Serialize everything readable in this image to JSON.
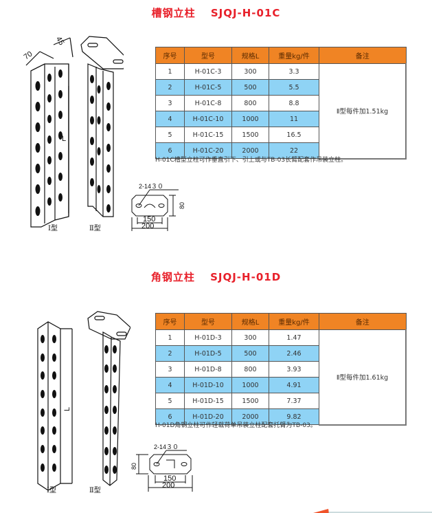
{
  "sections": [
    {
      "title_cn": "槽钢立柱",
      "title_code": "SJQJ-H-01C",
      "table": {
        "headers": [
          "序号",
          "型号",
          "规格L",
          "重量kg/件",
          "备注"
        ],
        "rows": [
          {
            "no": "1",
            "model": "H-01C-3",
            "spec": "300",
            "weight": "3.3"
          },
          {
            "no": "2",
            "model": "H-01C-5",
            "spec": "500",
            "weight": "5.5"
          },
          {
            "no": "3",
            "model": "H-01C-8",
            "spec": "800",
            "weight": "8.8"
          },
          {
            "no": "4",
            "model": "H-01C-10",
            "spec": "1000",
            "weight": "11"
          },
          {
            "no": "5",
            "model": "H-01C-15",
            "spec": "1500",
            "weight": "16.5"
          },
          {
            "no": "6",
            "model": "H-01C-20",
            "spec": "2000",
            "weight": "22"
          }
        ],
        "note": "Ⅱ型每件加1.51kg"
      },
      "caption": "H-01C槽型立柱可作垂直引下、引上或与TB-03长臂配套作吊装立柱。",
      "drawing": {
        "dim_width": "70",
        "dim_depth": "45",
        "dim_length": "L",
        "type1_label": "Ⅰ型",
        "type2_label": "Ⅱ型",
        "plate_holes": "2-14３０",
        "plate_height": "80",
        "plate_hole_spacing": "150",
        "plate_width": "200"
      }
    },
    {
      "title_cn": "角钢立柱",
      "title_code": "SJQJ-H-01D",
      "table": {
        "headers": [
          "序号",
          "型号",
          "规格L",
          "重量kg/件",
          "备注"
        ],
        "rows": [
          {
            "no": "1",
            "model": "H-01D-3",
            "spec": "300",
            "weight": "1.47"
          },
          {
            "no": "2",
            "model": "H-01D-5",
            "spec": "500",
            "weight": "2.46"
          },
          {
            "no": "3",
            "model": "H-01D-8",
            "spec": "800",
            "weight": "3.93"
          },
          {
            "no": "4",
            "model": "H-01D-10",
            "spec": "1000",
            "weight": "4.91"
          },
          {
            "no": "5",
            "model": "H-01D-15",
            "spec": "1500",
            "weight": "7.37"
          },
          {
            "no": "6",
            "model": "H-01D-20",
            "spec": "2000",
            "weight": "9.82"
          }
        ],
        "note": "Ⅱ型每件加1.61kg"
      },
      "caption": "H-01D角钢立柱可作轻载荷单吊装立柱配套托臂为TB-03。",
      "drawing": {
        "dim_length": "L",
        "type1_label": "Ⅰ型",
        "type2_label": "Ⅱ型",
        "plate_holes": "2-14３０",
        "plate_height": "80",
        "plate_hole_spacing": "150",
        "plate_width": "200"
      }
    }
  ],
  "colors": {
    "title": "#e8202a",
    "header": "#f08424",
    "alt_row": "#8fd3f5"
  }
}
